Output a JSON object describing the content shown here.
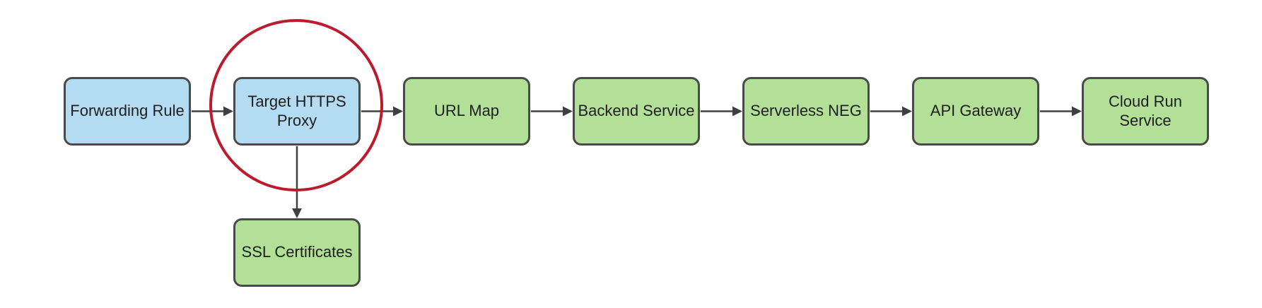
{
  "diagram": {
    "type": "flowchart",
    "direction": "left-to-right",
    "nodes": [
      {
        "id": "forwarding-rule",
        "label": "Forwarding Rule",
        "fill": "blue"
      },
      {
        "id": "target-https-proxy",
        "label": "Target HTTPS\nProxy",
        "fill": "blue",
        "highlighted": true
      },
      {
        "id": "url-map",
        "label": "URL Map",
        "fill": "green"
      },
      {
        "id": "backend-service",
        "label": "Backend Service",
        "fill": "green"
      },
      {
        "id": "serverless-neg",
        "label": "Serverless NEG",
        "fill": "green"
      },
      {
        "id": "api-gateway",
        "label": "API Gateway",
        "fill": "green"
      },
      {
        "id": "cloud-run-service",
        "label": "Cloud Run\nService",
        "fill": "green"
      },
      {
        "id": "ssl-certificates",
        "label": "SSL Certificates",
        "fill": "green"
      }
    ],
    "edges": [
      {
        "from": "forwarding-rule",
        "to": "target-https-proxy",
        "direction": "right"
      },
      {
        "from": "target-https-proxy",
        "to": "url-map",
        "direction": "right"
      },
      {
        "from": "url-map",
        "to": "backend-service",
        "direction": "right"
      },
      {
        "from": "backend-service",
        "to": "serverless-neg",
        "direction": "right"
      },
      {
        "from": "serverless-neg",
        "to": "api-gateway",
        "direction": "right"
      },
      {
        "from": "api-gateway",
        "to": "cloud-run-service",
        "direction": "right"
      },
      {
        "from": "target-https-proxy",
        "to": "ssl-certificates",
        "direction": "down"
      }
    ],
    "annotations": [
      {
        "type": "circle-highlight",
        "around": "target-https-proxy",
        "color": "#be1a2e"
      }
    ],
    "colors": {
      "blue": "#b3dcf2",
      "green": "#b2e096",
      "border": "#4a4a4a",
      "connector": "#404040",
      "highlight": "#be1a2e",
      "text": "#1e1e1e",
      "background": "#ffffff"
    }
  }
}
